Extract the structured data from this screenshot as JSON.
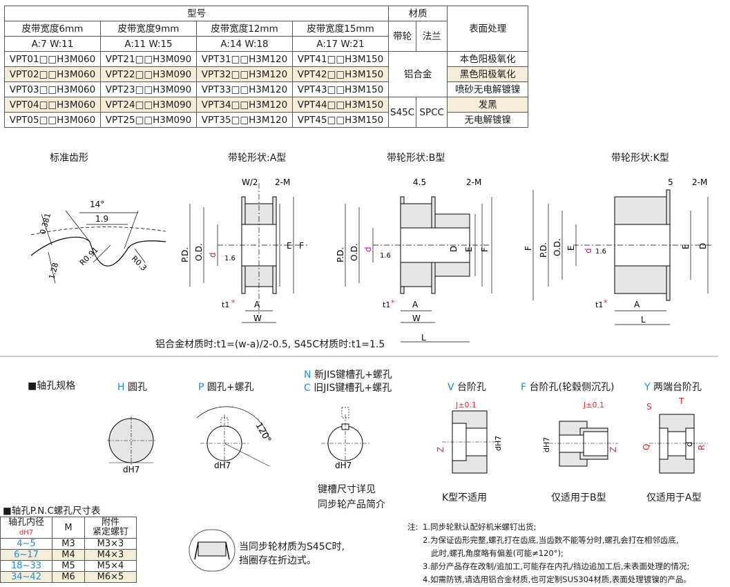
{
  "spec_table": {
    "header": {
      "model": "型号",
      "material": "材质",
      "surface": "表面处理",
      "widths": [
        "皮带宽度6mm",
        "皮带宽度9mm",
        "皮带宽度12mm",
        "皮带宽度15mm"
      ],
      "aw": [
        "A:7  W:11",
        "A:11  W:15",
        "A:14  W:18",
        "A:17  W:21"
      ],
      "pulley": "带轮",
      "flange": "法兰"
    },
    "rows": [
      {
        "c": [
          "VPT01□□H3M060",
          "VPT21□□H3M090",
          "VPT31□□H3M120",
          "VPT41□□H3M150"
        ],
        "surface": "本色阳极氧化"
      },
      {
        "c": [
          "VPT02□□H3M060",
          "VPT22□□H3M090",
          "VPT32□□H3M120",
          "VPT42□□H3M150"
        ],
        "surface": "黑色阳极氧化"
      },
      {
        "c": [
          "VPT03□□H3M060",
          "VPT23□□H3M090",
          "VPT33□□H3M120",
          "VPT43□□H3M150"
        ],
        "surface": "喷砂无电解镀镍"
      },
      {
        "c": [
          "VPT04□□H3M060",
          "VPT24□□H3M090",
          "VPT34□□H3M120",
          "VPT44□□H3M150"
        ],
        "surface": "发黑"
      },
      {
        "c": [
          "VPT05□□H3M060",
          "VPT25□□H3M090",
          "VPT35□□H3M120",
          "VPT45□□H3M150"
        ],
        "surface": "无电解镀镍"
      }
    ],
    "material_al": "铝合金",
    "material_s45c": "S45C",
    "material_spcc": "SPCC"
  },
  "drawings": {
    "tooth_title": "标准齿形",
    "a_title": "带轮形状:A型",
    "b_title": "带轮形状:B型",
    "k_title": "带轮形状:K型",
    "tooth_dims": {
      "angle": "14°",
      "w": "1.9",
      "h1": "0.381",
      "h2": "1.28",
      "r1": "R0.91",
      "r2": "R0.3"
    },
    "dim_labels": {
      "pd": "P.D.",
      "od": "O.D.",
      "d": "d",
      "h7": "H7",
      "e": "E",
      "f": "F",
      "dd": "D",
      "a": "A",
      "w": "W",
      "l": "L",
      "t1": "t1",
      "star": "*",
      "m2": "2-M",
      "w2": "W/2",
      "b45": "4.5",
      "k5": "5",
      "rough": "1.6"
    },
    "t1_note": "铝合金材质时:t1=(w-a)/2-0.5, S45C材质时:t1=1.5"
  },
  "bore": {
    "title": "■轴孔规格",
    "h_code": "H",
    "h_name": "圆孔",
    "p_code": "P",
    "p_name": "圆孔+螺孔",
    "n_code": "N",
    "n_name": "新JIS键槽孔+螺孔",
    "c_code": "C",
    "c_name": "旧JIS键槽孔+螺孔",
    "v_code": "V",
    "v_name": "台阶孔",
    "f_code": "F",
    "f_name": "台阶孔(轮毂侧沉孔)",
    "y_code": "Y",
    "y_name": "两端台阶孔",
    "dh7": "dH7",
    "angle120": "120°",
    "key_note1": "键槽尺寸详见",
    "key_note2": "同步轮产品简介",
    "v_note": "K型不适用",
    "f_note": "仅适用于B型",
    "y_note": "仅适用于A型",
    "j01": "J±0.1",
    "z": "Z",
    "q": "Q",
    "r": "R",
    "s": "S",
    "t": "T"
  },
  "screw_table": {
    "title": "■轴孔P.N.C螺孔尺寸表",
    "h_bore": "轴孔内径",
    "h_bore_sub": "dH7",
    "h_m": "M",
    "h_set": "附件",
    "h_set2": "紧定螺钉",
    "rows": [
      {
        "bore": "4~5",
        "m": "M3",
        "set": "M3×3"
      },
      {
        "bore": "6~17",
        "m": "M4",
        "set": "M4×3"
      },
      {
        "bore": "18~33",
        "m": "M5",
        "set": "M5×4"
      },
      {
        "bore": "34~42",
        "m": "M6",
        "set": "M6×5"
      }
    ]
  },
  "s45c_note": {
    "l1": "当同步轮材质为S45C时,",
    "l2": "挡圈存在折边式。"
  },
  "notes": {
    "prefix": "注:",
    "n1": "1.同步轮默认配好机米螺钉出货;",
    "n2a": "2.为保证齿形完整,螺孔打在齿底,当齿数不能等分时,螺孔会打在相邻齿底,",
    "n2b": "此时,螺孔角度略有偏差(可能≠120°);",
    "n3": "3.部分产品存在改制/追加工,可能存在内孔/挡边追加工后,未表面处理的情况;",
    "n4": "4.如需防锈,请选用铝合金材质,也可定制SUS304材质,表面处理镀镍的产品。"
  },
  "colors": {
    "accent_blue": "#1b8fd6",
    "accent_red": "#e8262e",
    "row_highlight": "#f5ecd9",
    "part_fill": "#e6e6e6"
  }
}
